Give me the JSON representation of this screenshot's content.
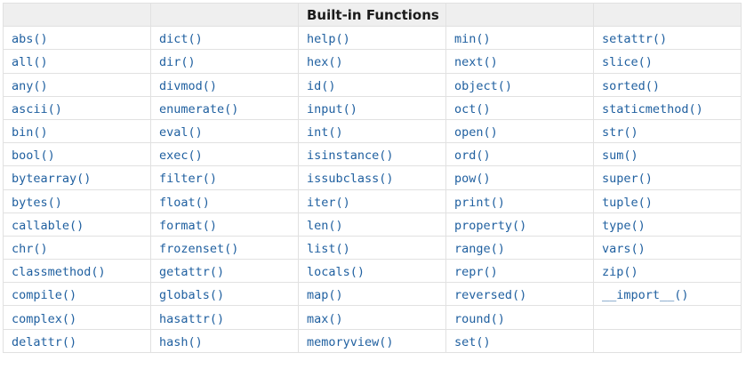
{
  "table": {
    "title": "Built-in Functions",
    "header_cells": [
      "",
      "",
      "Built-in Functions",
      "",
      ""
    ],
    "rows": [
      [
        "abs()",
        "dict()",
        "help()",
        "min()",
        "setattr()"
      ],
      [
        "all()",
        "dir()",
        "hex()",
        "next()",
        "slice()"
      ],
      [
        "any()",
        "divmod()",
        "id()",
        "object()",
        "sorted()"
      ],
      [
        "ascii()",
        "enumerate()",
        "input()",
        "oct()",
        "staticmethod()"
      ],
      [
        "bin()",
        "eval()",
        "int()",
        "open()",
        "str()"
      ],
      [
        "bool()",
        "exec()",
        "isinstance()",
        "ord()",
        "sum()"
      ],
      [
        "bytearray()",
        "filter()",
        "issubclass()",
        "pow()",
        "super()"
      ],
      [
        "bytes()",
        "float()",
        "iter()",
        "print()",
        "tuple()"
      ],
      [
        "callable()",
        "format()",
        "len()",
        "property()",
        "type()"
      ],
      [
        "chr()",
        "frozenset()",
        "list()",
        "range()",
        "vars()"
      ],
      [
        "classmethod()",
        "getattr()",
        "locals()",
        "repr()",
        "zip()"
      ],
      [
        "compile()",
        "globals()",
        "map()",
        "reversed()",
        "__import__()"
      ],
      [
        "complex()",
        "hasattr()",
        "max()",
        "round()",
        ""
      ],
      [
        "delattr()",
        "hash()",
        "memoryview()",
        "set()",
        ""
      ]
    ]
  },
  "colors": {
    "link_blue": "#2060a0",
    "header_background": "#efefef",
    "border": "#e1e1e1",
    "header_text": "#1b1b1b"
  }
}
